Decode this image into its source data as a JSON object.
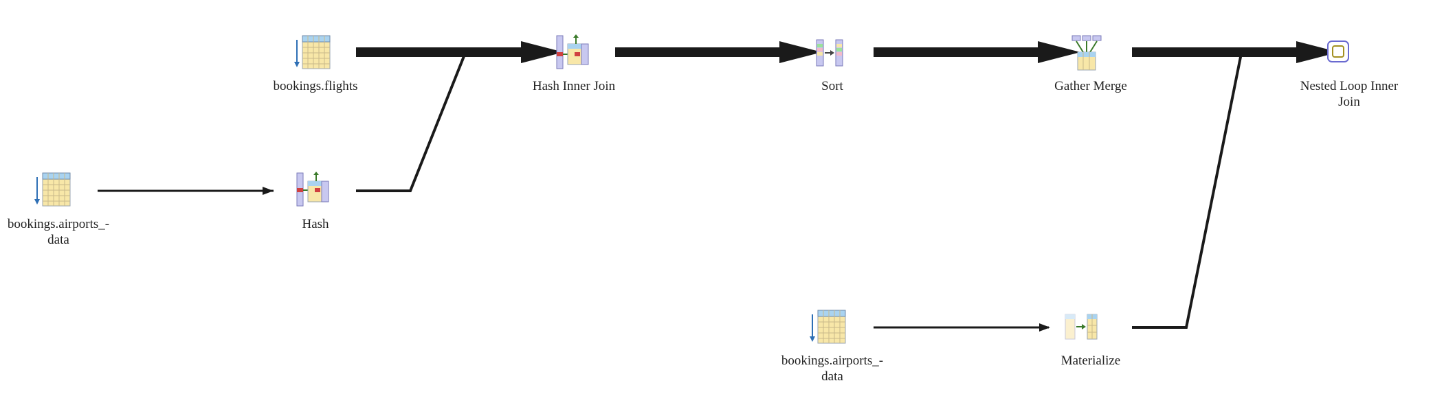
{
  "diagram": {
    "title": "",
    "nodes": [
      {
        "id": "flights",
        "label": "bookings.flights",
        "icon": "seq-scan-icon"
      },
      {
        "id": "airports1",
        "label": "bookings.airports_-\ndata",
        "icon": "seq-scan-icon"
      },
      {
        "id": "hash",
        "label": "Hash",
        "icon": "hash-icon"
      },
      {
        "id": "hashjoin",
        "label": "Hash Inner Join",
        "icon": "hash-join-icon"
      },
      {
        "id": "sort",
        "label": "Sort",
        "icon": "sort-icon"
      },
      {
        "id": "gather",
        "label": "Gather Merge",
        "icon": "gather-merge-icon"
      },
      {
        "id": "nestloop",
        "label": "Nested Loop Inner\nJoin",
        "icon": "nested-loop-icon"
      },
      {
        "id": "airports2",
        "label": "bookings.airports_-\ndata",
        "icon": "seq-scan-icon"
      },
      {
        "id": "materialize",
        "label": "Materialize",
        "icon": "materialize-icon"
      }
    ],
    "edges": [
      {
        "from": "airports1",
        "to": "hash",
        "weight": "thin"
      },
      {
        "from": "hash",
        "to": "hashjoin",
        "weight": "thin"
      },
      {
        "from": "flights",
        "to": "hashjoin",
        "weight": "thick"
      },
      {
        "from": "hashjoin",
        "to": "sort",
        "weight": "thick"
      },
      {
        "from": "sort",
        "to": "gather",
        "weight": "thick"
      },
      {
        "from": "gather",
        "to": "nestloop",
        "weight": "thick"
      },
      {
        "from": "airports2",
        "to": "materialize",
        "weight": "thin"
      },
      {
        "from": "materialize",
        "to": "nestloop",
        "weight": "thin"
      }
    ],
    "colors": {
      "edge": "#1a1a1a",
      "table_fill": "#f8e7a8",
      "table_header": "#a9d3f0",
      "index": "#c8c8f0",
      "arrow_blue": "#2e6fb5",
      "arrow_green": "#3a7a2a"
    }
  }
}
